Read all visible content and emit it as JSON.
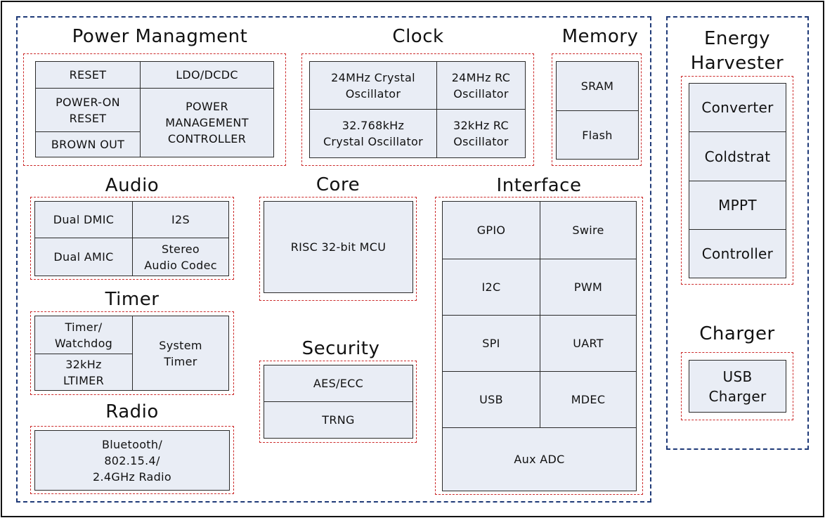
{
  "power": {
    "title": "Power Managment",
    "reset": "RESET",
    "ldo": "LDO/DCDC",
    "por": "POWER-ON\nRESET",
    "pmc": "POWER\nMANAGEMENT\nCONTROLLER",
    "brownout": "BROWN OUT"
  },
  "clock": {
    "title": "Clock",
    "xtal24": "24MHz Crystal\nOscillator",
    "rc24": "24MHz RC\nOscillator",
    "xtal32": "32.768kHz\nCrystal Oscillator",
    "rc32": "32kHz RC\nOscillator"
  },
  "memory": {
    "title": "Memory",
    "sram": "SRAM",
    "flash": "Flash"
  },
  "audio": {
    "title": "Audio",
    "dmic": "Dual DMIC",
    "i2s": "I2S",
    "amic": "Dual AMIC",
    "codec": "Stereo\nAudio Codec"
  },
  "core": {
    "title": "Core",
    "mcu": "RISC 32-bit MCU"
  },
  "interface": {
    "title": "Interface",
    "gpio": "GPIO",
    "swire": "Swire",
    "i2c": "I2C",
    "pwm": "PWM",
    "spi": "SPI",
    "uart": "UART",
    "usb": "USB",
    "mdec": "MDEC",
    "adc": "Aux ADC"
  },
  "timer": {
    "title": "Timer",
    "watchdog": "Timer/\nWatchdog",
    "ltimer": "32kHz\nLTIMER",
    "system": "System\nTimer"
  },
  "security": {
    "title": "Security",
    "aes": "AES/ECC",
    "trng": "TRNG"
  },
  "radio": {
    "title": "Radio",
    "bt": "Bluetooth/\n802.15.4/\n2.4GHz Radio"
  },
  "energy": {
    "title": "Energy\nHarvester",
    "converter": "Converter",
    "coldstrat": "Coldstrat",
    "mppt": "MPPT",
    "controller": "Controller"
  },
  "charger": {
    "title": "Charger",
    "usb": "USB\nCharger"
  }
}
